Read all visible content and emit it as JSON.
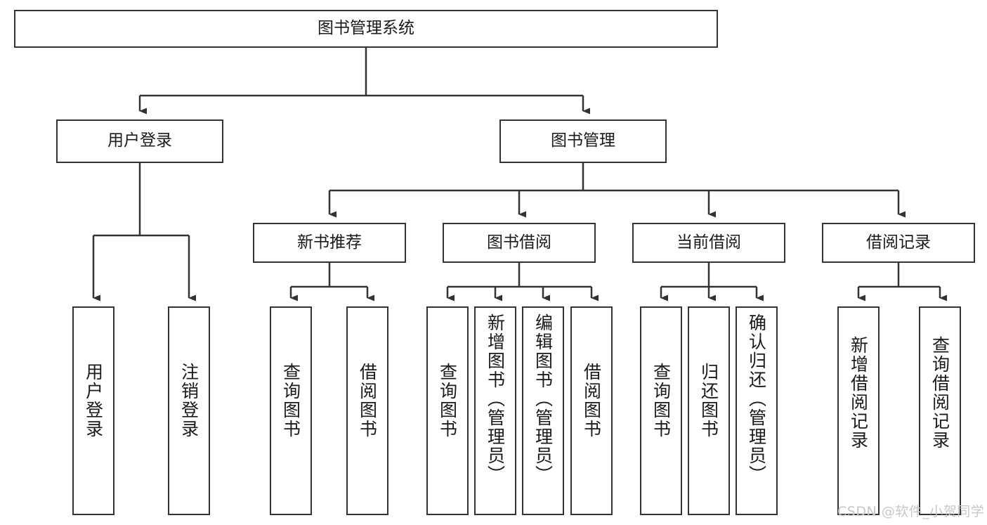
{
  "diagram": {
    "type": "tree-hierarchy-chart",
    "title": "图书管理系统",
    "nodes": {
      "root": {
        "label": "图书管理系统"
      },
      "level2": [
        {
          "id": "user-login",
          "label": "用户登录"
        },
        {
          "id": "book-manage",
          "label": "图书管理"
        }
      ],
      "level3": [
        {
          "id": "new-book-recommend",
          "label": "新书推荐"
        },
        {
          "id": "book-borrow",
          "label": "图书借阅"
        },
        {
          "id": "current-borrow",
          "label": "当前借阅"
        },
        {
          "id": "borrow-record",
          "label": "借阅记录"
        }
      ],
      "leaves": [
        {
          "id": "leaf-user-login",
          "label": "用户登录"
        },
        {
          "id": "leaf-logout-login",
          "label": "注销登录"
        },
        {
          "id": "leaf-query-book-1",
          "label": "查询图书"
        },
        {
          "id": "leaf-borrow-book-1",
          "label": "借阅图书"
        },
        {
          "id": "leaf-query-book-2",
          "label": "查询图书"
        },
        {
          "id": "leaf-add-book",
          "label": "新增图书（管理员）"
        },
        {
          "id": "leaf-edit-book",
          "label": "编辑图书（管理员）"
        },
        {
          "id": "leaf-borrow-book-2",
          "label": "借阅图书"
        },
        {
          "id": "leaf-query-book-3",
          "label": "查询图书"
        },
        {
          "id": "leaf-return-book",
          "label": "归还图书"
        },
        {
          "id": "leaf-confirm-return",
          "label": "确认归还（管理员）"
        },
        {
          "id": "leaf-add-record",
          "label": "新增借阅记录"
        },
        {
          "id": "leaf-query-record",
          "label": "查询借阅记录"
        }
      ]
    },
    "colors": {
      "stroke": "#333333",
      "fill": "#ffffff",
      "text": "#1a1a1a",
      "watermark": "#c8c8c8"
    }
  },
  "watermark": {
    "text": "CSDN @软件_小贺同学"
  }
}
